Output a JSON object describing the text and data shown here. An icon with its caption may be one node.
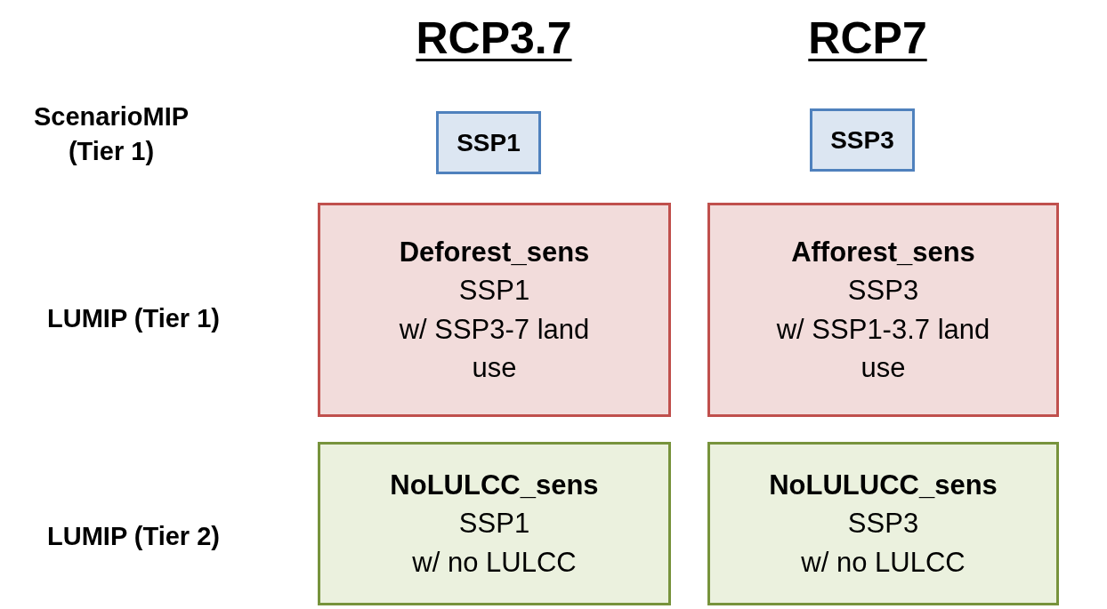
{
  "diagram": {
    "nodes": [
      {
        "text": [
          "SSP1"
        ]
      },
      {
        "text": [
          "SSP3"
        ]
      },
      {
        "text": [
          "Deforest_sens",
          "SSP1",
          "w/ SSP3-7 land use"
        ]
      },
      {
        "text": [
          "Afforest_sens",
          "SSP3",
          "w/ SSP1-3.7 land use"
        ]
      },
      {
        "text": [
          "NoLULCC_sens",
          "SSP1",
          "w/ no LULCC"
        ]
      },
      {
        "text": [
          "NoLULUCC_sens",
          "SSP3",
          "w/ no LULCC"
        ]
      }
    ],
    "labels": [
      "RCP3.7",
      "RCP7",
      "ScenarioMIP (Tier 1)",
      "LUMIP (Tier 1)",
      "LUMIP (Tier 2)"
    ]
  }
}
